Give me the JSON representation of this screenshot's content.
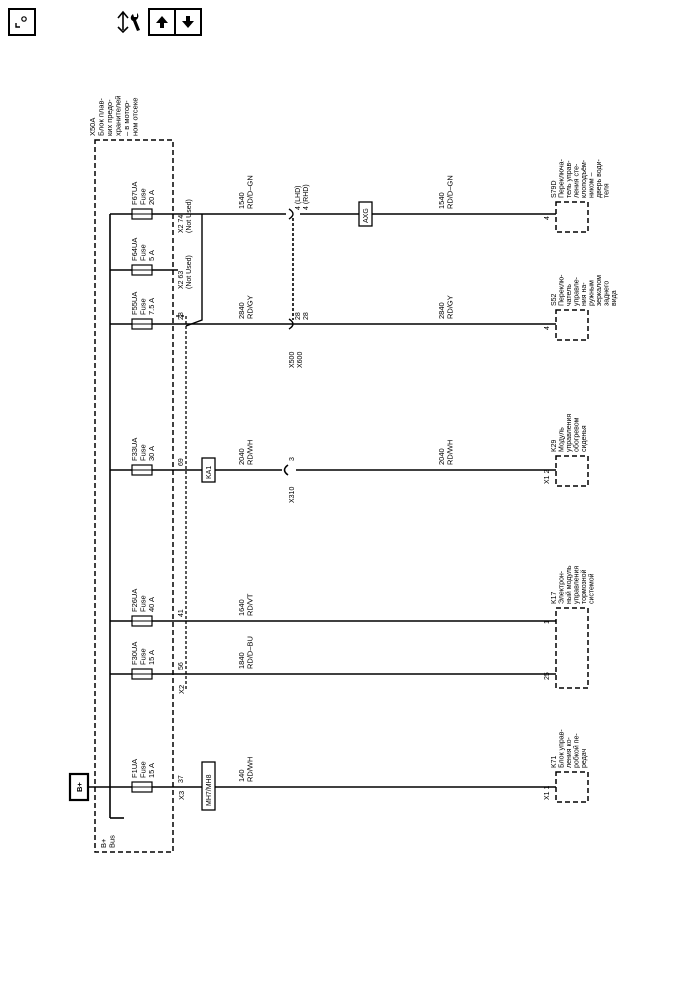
{
  "toolbar": {
    "icons": [
      "location-icon",
      "share-tools-icon",
      "arrow-up-icon",
      "arrow-down-icon"
    ]
  },
  "module": {
    "title_lines": [
      "X50A",
      "Блок плав-",
      "ких предо-",
      "хранителей",
      "– в мотор-",
      "ном отсеке"
    ],
    "bus_lines": [
      "B+",
      "Bus"
    ],
    "bplus": "B+",
    "x2": "X2",
    "x3": "X3"
  },
  "fuses": [
    {
      "id": "f67",
      "lines": [
        "F67UA",
        "Fuse",
        "20 A"
      ],
      "pin": "X2 74",
      "pin_note": "(Not Used)"
    },
    {
      "id": "f64",
      "lines": [
        "F64UA",
        "Fuse",
        "5 A"
      ],
      "pin": "X2 63",
      "pin_note": "(Not Used)"
    },
    {
      "id": "f55",
      "lines": [
        "F55UA",
        "Fuse",
        "7.5 A"
      ],
      "pin": "28",
      "pin_note": ""
    },
    {
      "id": "f33",
      "lines": [
        "F33UA",
        "Fuse",
        "30 A"
      ],
      "pin": "69",
      "pin_note": ""
    },
    {
      "id": "f26",
      "lines": [
        "F26UA",
        "Fuse",
        "40 A"
      ],
      "pin": "41",
      "pin_note": ""
    },
    {
      "id": "f30",
      "lines": [
        "F30UA",
        "Fuse",
        "15 A"
      ],
      "pin": "56",
      "pin_note": ""
    },
    {
      "id": "f1",
      "lines": [
        "F1UA",
        "Fuse",
        "15 A"
      ],
      "pin": "37",
      "pin_note": ""
    }
  ],
  "wires": {
    "w1540a": [
      "1540",
      "RD/D–GN"
    ],
    "w1540b": [
      "1540",
      "RD/D–GN"
    ],
    "w2840a": [
      "2840",
      "RD/GY"
    ],
    "w2840b": [
      "2840",
      "RD/GY"
    ],
    "w2040a": [
      "2040",
      "RD/WH"
    ],
    "w2040b": [
      "2040",
      "RD/WH"
    ],
    "w1640": [
      "1640",
      "RD/VT"
    ],
    "w1840": [
      "1840",
      "RD/D–BU"
    ],
    "w140": [
      "140",
      "RD/WH"
    ]
  },
  "connectors": {
    "lhd": "4 (LHD)",
    "rhd": "4 (RHD)",
    "c28a": "28",
    "c28b": "28",
    "x500": "X500",
    "x600": "X600",
    "x310_pin": "3",
    "x310": "X310",
    "axg": "AXG",
    "ka1": "KA1",
    "mh": "MH7/MH8"
  },
  "components": [
    {
      "id": "s79d",
      "pin": "4",
      "lines": [
        "S79D",
        "Переключа-",
        "тель управ-",
        "ления сте-",
        "клоподъём-",
        "ником –",
        "дверь води-",
        "теля"
      ]
    },
    {
      "id": "s52",
      "pin": "4",
      "lines": [
        "S52",
        "Переклю-",
        "чатель",
        "управле-",
        "ния на-",
        "ружным",
        "зеркалом",
        "заднего",
        "вида"
      ]
    },
    {
      "id": "k29",
      "pin": "X1 2",
      "lines": [
        "K29",
        "Модуль",
        "управления",
        "обогревом",
        "сиденья"
      ]
    },
    {
      "id": "k17",
      "pin": "1",
      "pin2": "25",
      "lines": [
        "K17",
        "Электрон-",
        "ный модуль",
        "управления",
        "тормозной",
        "системой"
      ]
    },
    {
      "id": "k71",
      "pin": "X1 1",
      "lines": [
        "K71",
        "Блок управ-",
        "ления ко-",
        "робкой пе-",
        "редач"
      ]
    }
  ]
}
